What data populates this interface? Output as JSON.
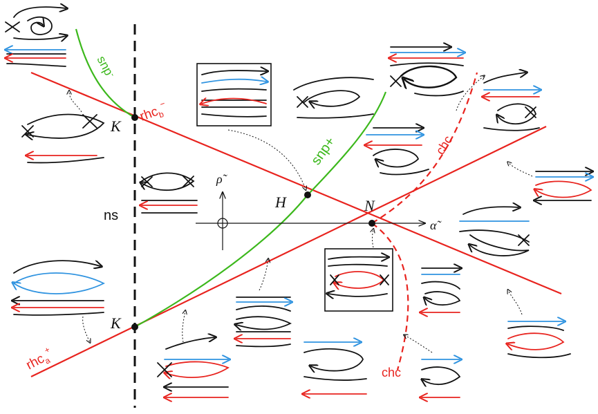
{
  "labels": {
    "snp_minus": "snp",
    "snp_minus_sup": "-",
    "snp_plus": "snp+",
    "rhc_b": "rhc",
    "rhc_b_sub": "b",
    "rhc_b_sup": "−",
    "rhc_a": "rhc",
    "rhc_a_sub": "a",
    "rhc_a_sup": "+",
    "chc_top": "chc",
    "chc_bottom": "chc",
    "ns": "ns",
    "K_top": "K",
    "K_bottom": "K",
    "H": "H",
    "N": "N",
    "rho_axis": "ρ̃",
    "alpha_axis": "α̃"
  },
  "colors": {
    "red": "#e8231e",
    "green": "#3cb81c",
    "blue": "#2f93e0",
    "black": "#111111"
  }
}
